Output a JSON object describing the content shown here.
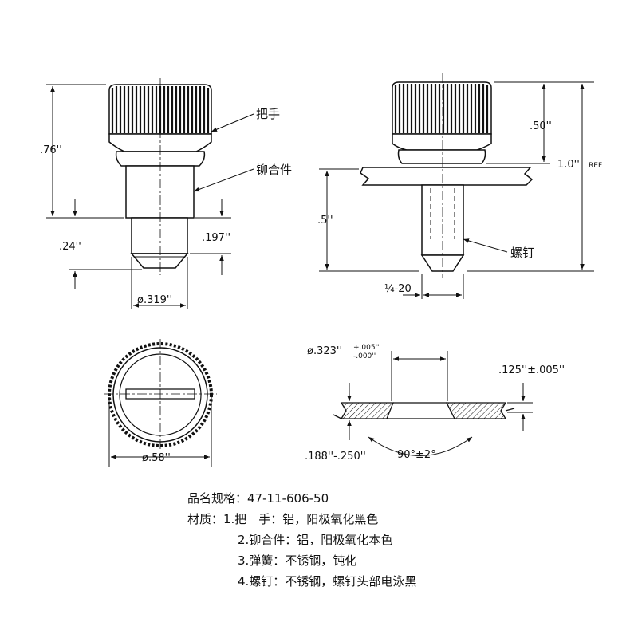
{
  "front_view": {
    "dim_height": ".76''",
    "dim_tip": ".24''",
    "dim_pin": ".197''",
    "dim_dia": "ø.319''",
    "callout_handle": "把手",
    "callout_body": "铆合件"
  },
  "side_view": {
    "dim_handle": ".50''",
    "dim_total": "1.0''",
    "dim_total_suffix": "REF",
    "dim_shank": ".5''",
    "dim_thread": "¼-20",
    "callout_screw": "螺钉"
  },
  "top_view": {
    "dim_dia": "ø.58''"
  },
  "hole_detail": {
    "dim_hole": "ø.323''",
    "tol_upper": "+.005''",
    "tol_lower": "-.000''",
    "dim_depth": ".125''±.005''",
    "dim_thickness": ".188''-.250''",
    "dim_angle": "90°±2°"
  },
  "spec": {
    "line1": "品名规格：47-11-606-50",
    "line2": "材质：1.把　手：铝，阳极氧化黑色",
    "line3": "2.铆合件：铝，阳极氧化本色",
    "line4": "3.弹簧：不锈钢，钝化",
    "line5": "4.螺钉：不锈钢，螺钉头部电泳黑"
  }
}
